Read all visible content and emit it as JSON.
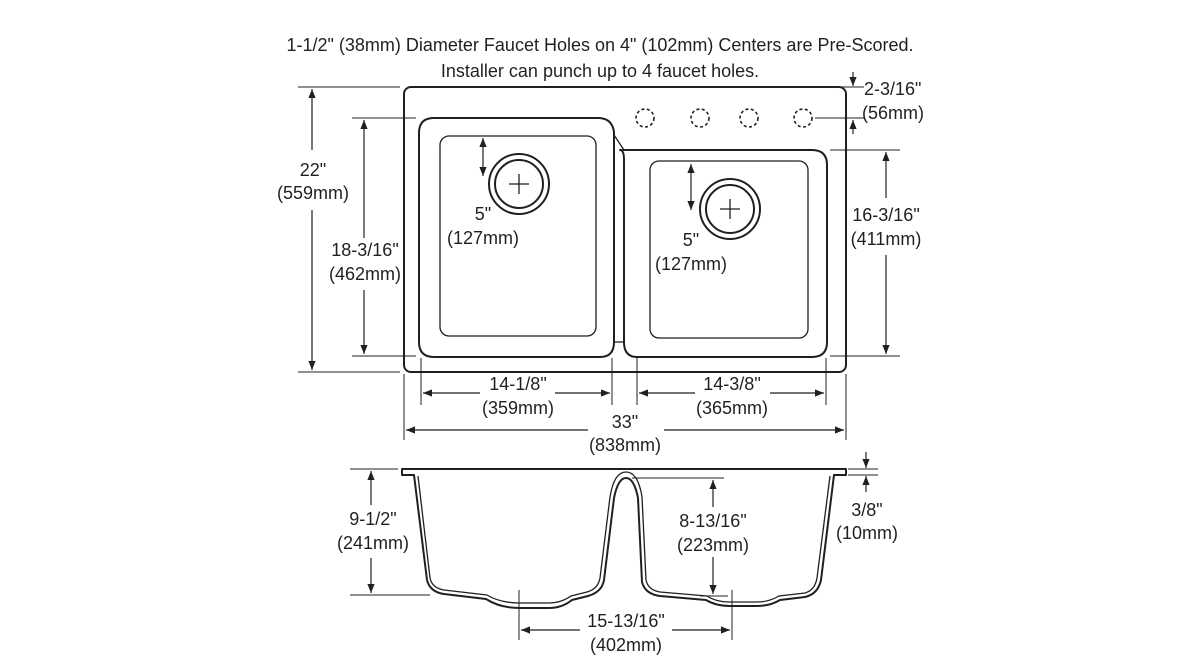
{
  "notes": {
    "line1": "1-1/2\" (38mm) Diameter Faucet Holes on 4\" (102mm) Centers are Pre-Scored.",
    "line2": "Installer can punch up to 4 faucet holes."
  },
  "dimensions": {
    "overall_depth": {
      "inch": "22\"",
      "mm": "(559mm)"
    },
    "left_bowl_length": {
      "inch": "18-3/16\"",
      "mm": "(462mm)"
    },
    "right_bowl_length": {
      "inch": "16-3/16\"",
      "mm": "(411mm)"
    },
    "faucet_hole_setback": {
      "inch": "2-3/16\"",
      "mm": "(56mm)"
    },
    "left_drain_offset": {
      "inch": "5\"",
      "mm": "(127mm)"
    },
    "right_drain_offset": {
      "inch": "5\"",
      "mm": "(127mm)"
    },
    "left_bowl_width": {
      "inch": "14-1/8\"",
      "mm": "(359mm)"
    },
    "right_bowl_width": {
      "inch": "14-3/8\"",
      "mm": "(365mm)"
    },
    "overall_width": {
      "inch": "33\"",
      "mm": "(838mm)"
    },
    "left_bowl_depth": {
      "inch": "9-1/2\"",
      "mm": "(241mm)"
    },
    "right_bowl_depth": {
      "inch": "8-13/16\"",
      "mm": "(223mm)"
    },
    "rim_thickness": {
      "inch": "3/8\"",
      "mm": "(10mm)"
    },
    "drain_centers": {
      "inch": "15-13/16\"",
      "mm": "(402mm)"
    }
  }
}
